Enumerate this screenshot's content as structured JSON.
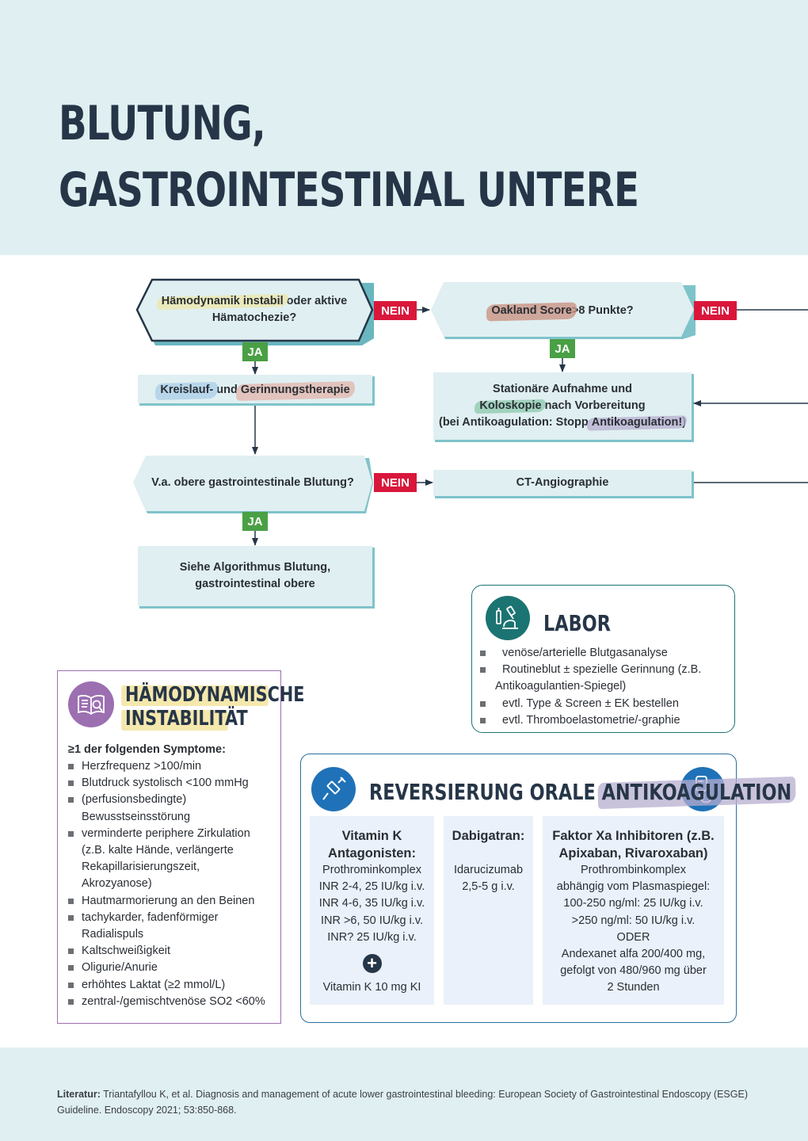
{
  "title": {
    "line1": "BLUTUNG,",
    "line2": "GASTROINTESTINAL UNTERE"
  },
  "flow": {
    "q1": {
      "highlight": "Hämodynamik instabil",
      "rest1": " oder aktive",
      "line2": "Hämatochezie?"
    },
    "q2": {
      "highlight": "Oakland Score",
      "rest": " >8 Punkte?"
    },
    "therapy": {
      "hl1": "Kreislauf-",
      "mid": " und ",
      "hl2": "Gerinnungstherapie"
    },
    "admission": {
      "line1": "Stationäre Aufnahme und",
      "hl_kolo": "Koloskopie",
      "line2_rest": " nach Vorbereitung",
      "line3_pre": "(bei Antikoagulation: Stopp ",
      "hl_anti": "Antikoagulation!",
      "line3_post": ")"
    },
    "q3": "V.a. obere gastrointestinale Blutung?",
    "ct": "CT-Angiographie",
    "algo": {
      "line1": "Siehe Algorithmus Blutung,",
      "line2": "gastrointestinal obere"
    },
    "labels": {
      "nein": "NEIN",
      "ja": "JA"
    }
  },
  "labor": {
    "title": "LABOR",
    "icon": "microscope-icon",
    "items": [
      "venöse/arterielle Blutgasanalyse",
      "Routineblut ± spezielle Gerinnung (z.B.",
      "Antikoagulantien-Spiegel)",
      "evtl. Type & Screen ± EK bestellen",
      "evtl. Thromboelastometrie/-graphie"
    ]
  },
  "haemo": {
    "title_line1": "HÄMODYNAMISCHE",
    "title_line2": "INSTABILITÄT",
    "icon": "book-magnifier-icon",
    "intro": "≥1 der folgenden Symptome:",
    "items": [
      {
        "lines": [
          "Herzfrequenz >100/min"
        ]
      },
      {
        "lines": [
          "Blutdruck systolisch <100 mmHg"
        ]
      },
      {
        "lines": [
          "(perfusionsbedingte)",
          "Bewusstseinsstörung"
        ]
      },
      {
        "lines": [
          "verminderte periphere Zirkulation",
          "(z.B. kalte Hände, verlängerte",
          "Rekapillarisierungszeit,",
          "Akrozyanose)"
        ]
      },
      {
        "lines": [
          "Hautmarmorierung an den Beinen"
        ]
      },
      {
        "lines": [
          "tachykarder, fadenförmiger",
          "Radialispuls"
        ]
      },
      {
        "lines": [
          "Kaltschweißigkeit"
        ]
      },
      {
        "lines": [
          "Oligurie/Anurie"
        ]
      },
      {
        "lines": [
          "erhöhtes Laktat (≥2 mmol/L)"
        ]
      },
      {
        "lines": [
          "zentral-/gemischtvenöse SO2 <60%"
        ]
      }
    ]
  },
  "reversal": {
    "title_pre": "REVERSIERUNG ORALE ",
    "title_hl": "ANTIKOAGULATION",
    "icon_left": "syringe-icon",
    "icon_right": "infusion-bag-icon",
    "col1": {
      "head": [
        "Vitamin K",
        "Antagonisten:"
      ],
      "lines": [
        "Prothrominkomplex",
        "INR 2-4, 25 IU/kg i.v.",
        "INR 4-6, 35 IU/kg i.v.",
        "INR >6, 50 IU/kg i.v.",
        "INR? 25 IU/kg i.v."
      ],
      "plus": "+",
      "after": "Vitamin K 10 mg KI"
    },
    "col2": {
      "head": [
        "Dabigatran:"
      ],
      "lines": [
        "Idarucizumab",
        "2,5-5 g i.v."
      ]
    },
    "col3": {
      "head": [
        "Faktor Xa Inhibitoren (z.B.",
        "Apixaban, Rivaroxaban)"
      ],
      "lines": [
        "Prothrombinkomplex",
        "abhängig vom Plasmaspiegel:",
        "100-250 ng/ml: 25 IU/kg i.v.",
        ">250 ng/ml: 50 IU/kg i.v.",
        "ODER",
        "Andexanet alfa 200/400 mg,",
        "gefolgt von 480/960 mg über",
        "2 Stunden"
      ]
    }
  },
  "footer": {
    "label": "Literatur:",
    "text": " Triantafyllou K, et al. Diagnosis and management of acute lower gastrointestinal bleeding: European Society of Gastrointestinal Endoscopy (ESGE) Guideline. Endoscopy 2021; 53:850-868."
  },
  "colors": {
    "navy": "#263648",
    "teal": "#1b7472",
    "nein_red": "#d9173b",
    "ja_green": "#4aa044",
    "purple": "#9c6fb1",
    "blue": "#2a6f9f",
    "band": "#e0eff1"
  }
}
